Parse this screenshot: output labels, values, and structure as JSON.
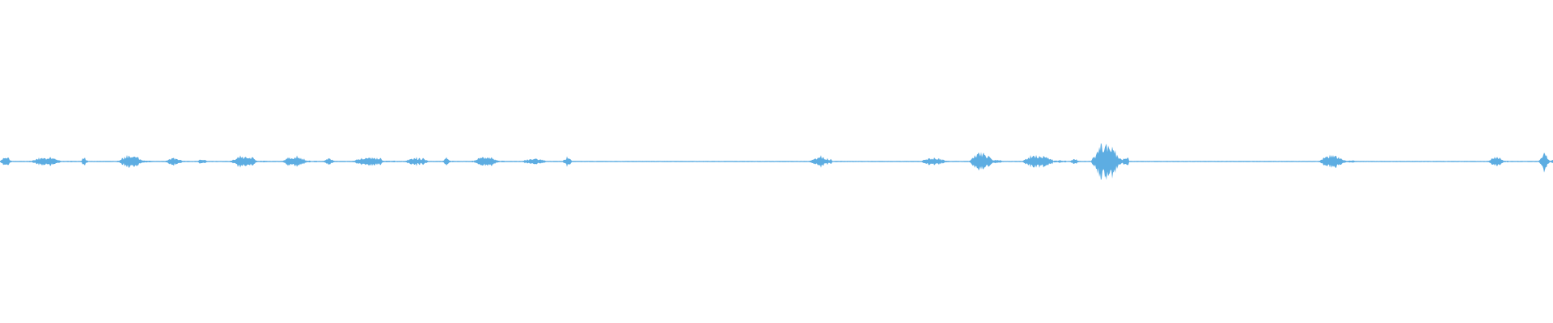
{
  "waveform": {
    "color": "#5dade2",
    "background": "#ffffff",
    "amplitude_range": [
      -1,
      1
    ],
    "duration_fraction_range": [
      0,
      1
    ],
    "baseline_amplitude": 0.004,
    "bursts": [
      {
        "start": 0.0,
        "end": 0.01,
        "peak": 0.04
      },
      {
        "start": 0.019,
        "end": 0.047,
        "peak": 0.035
      },
      {
        "start": 0.052,
        "end": 0.058,
        "peak": 0.03
      },
      {
        "start": 0.076,
        "end": 0.098,
        "peak": 0.05
      },
      {
        "start": 0.106,
        "end": 0.122,
        "peak": 0.03
      },
      {
        "start": 0.126,
        "end": 0.136,
        "peak": 0.02
      },
      {
        "start": 0.148,
        "end": 0.172,
        "peak": 0.045
      },
      {
        "start": 0.181,
        "end": 0.204,
        "peak": 0.04
      },
      {
        "start": 0.208,
        "end": 0.218,
        "peak": 0.03
      },
      {
        "start": 0.227,
        "end": 0.256,
        "peak": 0.04
      },
      {
        "start": 0.26,
        "end": 0.282,
        "peak": 0.03
      },
      {
        "start": 0.285,
        "end": 0.292,
        "peak": 0.035
      },
      {
        "start": 0.304,
        "end": 0.327,
        "peak": 0.04
      },
      {
        "start": 0.335,
        "end": 0.358,
        "peak": 0.025
      },
      {
        "start": 0.362,
        "end": 0.371,
        "peak": 0.035
      },
      {
        "start": 0.521,
        "end": 0.542,
        "peak": 0.04
      },
      {
        "start": 0.592,
        "end": 0.616,
        "peak": 0.03
      },
      {
        "start": 0.624,
        "end": 0.645,
        "peak": 0.075
      },
      {
        "start": 0.658,
        "end": 0.686,
        "peak": 0.06
      },
      {
        "start": 0.689,
        "end": 0.697,
        "peak": 0.025
      },
      {
        "start": 0.703,
        "end": 0.727,
        "peak": 0.16
      },
      {
        "start": 0.849,
        "end": 0.872,
        "peak": 0.06
      },
      {
        "start": 0.958,
        "end": 0.972,
        "peak": 0.04
      },
      {
        "start": 0.991,
        "end": 1.0,
        "peak": 0.07
      }
    ]
  }
}
